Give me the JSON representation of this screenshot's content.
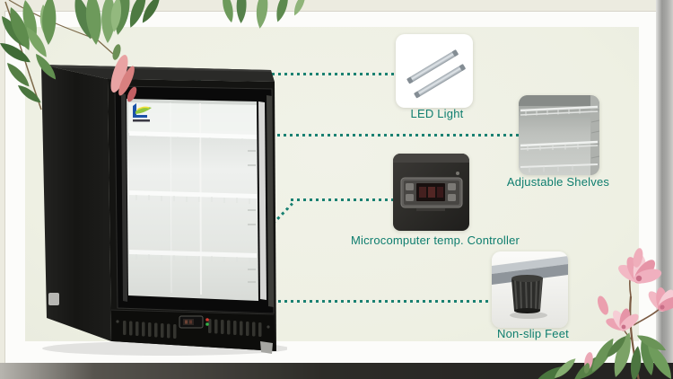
{
  "theme": {
    "accent_text_color": "#0e7d6e",
    "dotted_line_color": "#1a8172",
    "panel_bg": "#eff0e4",
    "frame_bg": "#fcfcfa",
    "page_bg": "#ecebe0"
  },
  "product": {
    "image": "black-glass-door-mini-bar-fridge",
    "logo": "brand-logo-mark"
  },
  "features": {
    "led": {
      "label": "LED Light",
      "image": "led-light-tubes"
    },
    "shelves": {
      "label": "Adjustable Shelves",
      "image": "wire-shelves-interior"
    },
    "controller": {
      "label": "Microcomputer temp. Controller",
      "image": "digital-temperature-controller"
    },
    "feet": {
      "label": "Non-slip Feet",
      "image": "rubber-non-slip-foot"
    }
  }
}
